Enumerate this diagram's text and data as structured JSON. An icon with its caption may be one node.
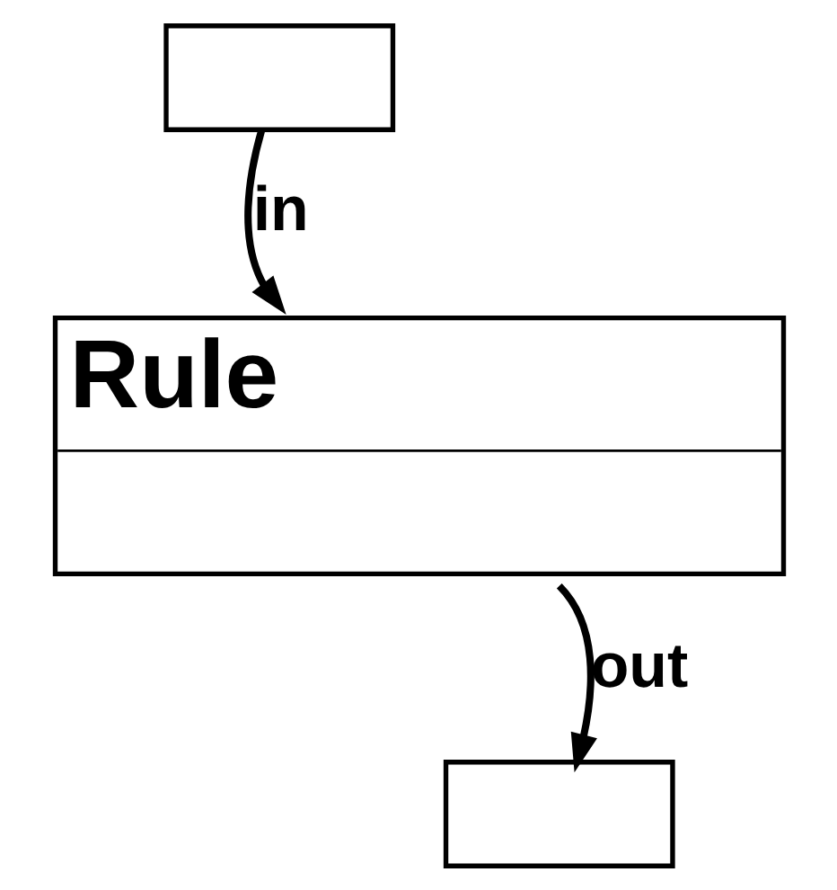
{
  "diagram": {
    "nodes": [
      {
        "text": [],
        "shape": "box"
      },
      {
        "text": [
          "Rule"
        ]
      },
      {
        "text": [],
        "shape": "box"
      }
    ],
    "edges": [
      {
        "from": 0,
        "to": 1,
        "arrow": "to",
        "label": "in"
      },
      {
        "from": 1,
        "to": 2,
        "arrow": "to",
        "label": "out"
      }
    ]
  }
}
